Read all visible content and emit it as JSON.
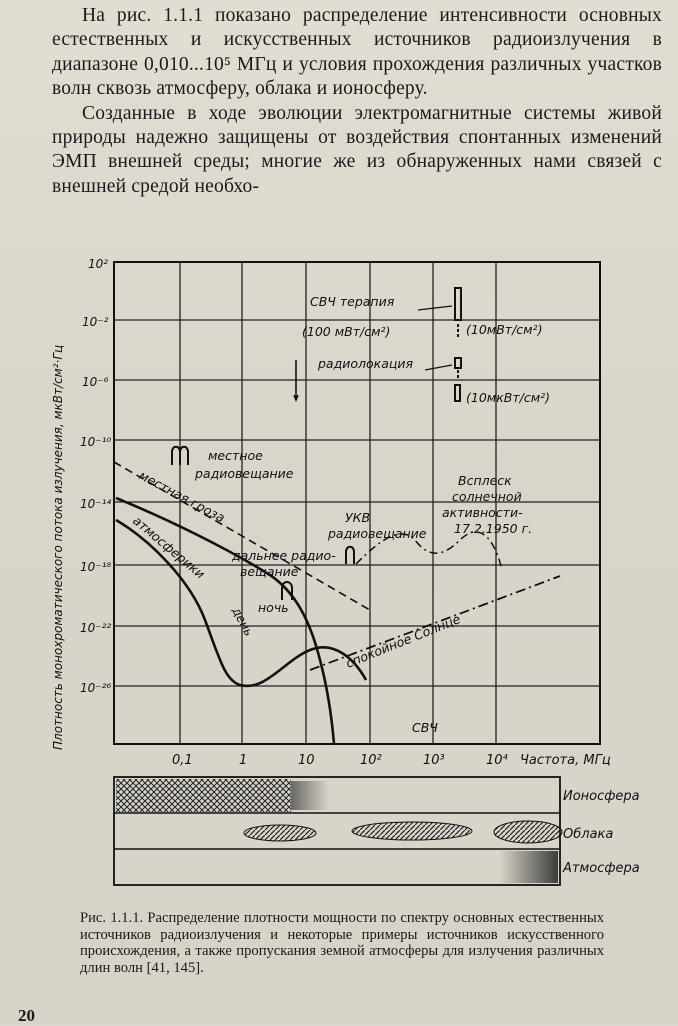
{
  "paragraphs": [
    "На рис. 1.1.1 показано распределение интенсивности основных естественных и искусственных источников радиоизлучения в диапазоне 0,010...10⁵ МГц и условия прохождения различных участков волн сквозь атмосферу, облака и ионосферу.",
    "Созданные в ходе эволюции электромагнитные системы живой природы надежно защищены от воздействия спонтанных изменений ЭМП внешней среды; многие же из обнаруженных нами связей с внешней средой необхо-"
  ],
  "figure": {
    "ylabel": "Плотность монохроматического потока излучения, мкВт/см²·Гц",
    "xlabel": "Частота, МГц",
    "y_ticks": [
      "10²",
      "10⁻²",
      "10⁻⁶",
      "10⁻¹⁰",
      "10⁻¹⁴",
      "10⁻¹⁸",
      "10⁻²²",
      "10⁻²⁶"
    ],
    "x_ticks": [
      "0,1",
      "1",
      "10",
      "10²",
      "10³",
      "10⁴"
    ],
    "annotations": {
      "svch_therapy": "СВЧ терапия",
      "svch_therapy_value": "(100 мВт/см²)",
      "value_10mw": "(10мВт/см²)",
      "radiolocation": "радиолокация",
      "value_10uw": "(10мкВт/см²)",
      "local_broadcast_1": "местное",
      "local_broadcast_2": "радиовещание",
      "local_storm": "местная гроза",
      "atmospherics": "атмосферики",
      "ukv_1": "УКВ",
      "ukv_2": "радиовещание",
      "solar_burst_1": "Всплеск",
      "solar_burst_2": "солнечной",
      "solar_burst_3": "активности-",
      "solar_burst_4": "17.2.1950 г.",
      "far_broadcast_1": "дальнее радио-",
      "far_broadcast_2": "вещание",
      "night": "ночь",
      "day": "день",
      "quiet_sun": "спокойное Солнце",
      "svch": "СВЧ"
    },
    "bands": [
      "Ионосфера",
      "Облака",
      "Атмосфера"
    ]
  },
  "caption": "Рис. 1.1.1. Распределение плотности мощности по спектру основных естественных источников радиоизлучения и некоторые примеры источников искусственного происхождения, а также пропускания земной атмосферы для излучения различных длин волн [41, 145].",
  "page_number": "20"
}
